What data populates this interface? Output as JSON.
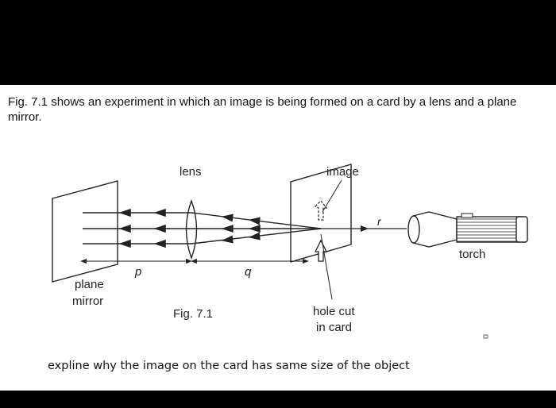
{
  "intro": "Fig. 7.1 shows an experiment in which an image is being formed on a card by a lens and a plane mirror.",
  "labels": {
    "lens": "lens",
    "image": "image",
    "r": "r",
    "torch": "torch",
    "p": "p",
    "q": "q",
    "plane": "plane",
    "mirror": "mirror",
    "fig": "Fig. 7.1",
    "hole_cut": "hole cut",
    "in_card": "in card"
  },
  "question": "expline why the image on the card has same size of the object",
  "colors": {
    "ink": "#222222",
    "page": "#ffffff",
    "frame": "#000000"
  }
}
